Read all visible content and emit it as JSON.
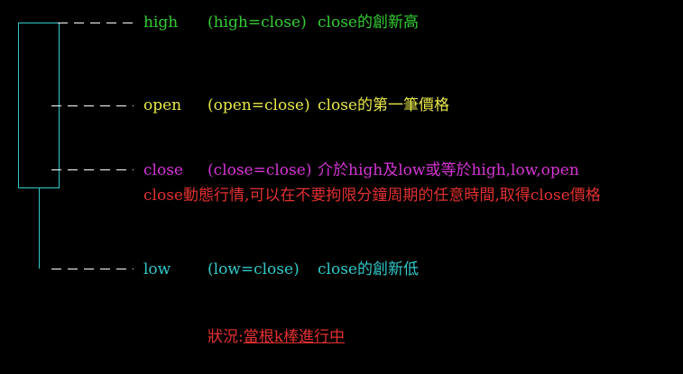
{
  "colors": {
    "high": "#33cc33",
    "open": "#e8e84a",
    "close": "#d535d5",
    "note": "#e23030",
    "low": "#33c8c8",
    "candle": "#33c8c8",
    "dash": "#ffffff"
  },
  "rows": {
    "high": {
      "label": "high",
      "formula": "(high=close)",
      "desc": "close的創新高"
    },
    "open": {
      "label": "open",
      "formula": "(open=close)",
      "desc": "close的第一筆價格"
    },
    "close": {
      "label": "close",
      "formula": "(close=close)",
      "desc": "介於high及low或等於high,low,open"
    },
    "low": {
      "label": "low",
      "formula": "(low=close)",
      "desc": "close的創新低"
    }
  },
  "note": "close動態行情,可以在不要拘限分鐘周期的任意時間,取得close價格",
  "status": {
    "label": "狀況:",
    "value": "當根k棒進行中"
  }
}
